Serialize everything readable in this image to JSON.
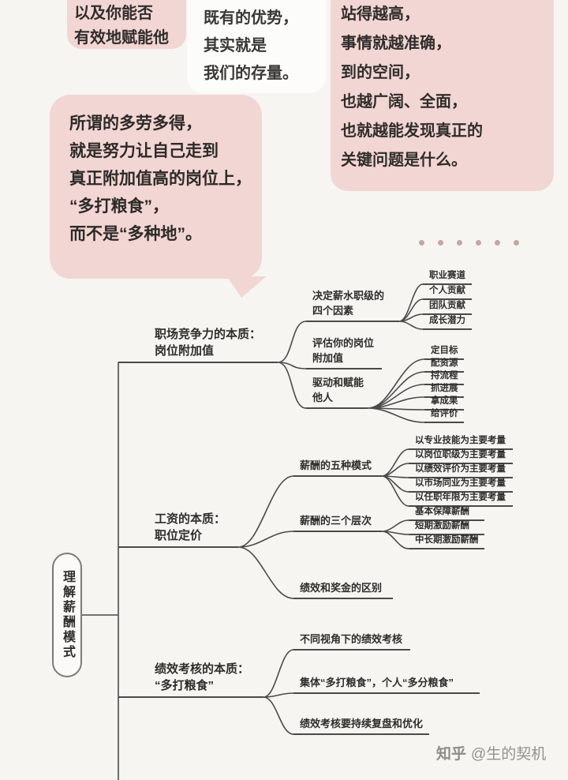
{
  "page": {
    "bg_color": "#f6f5f2",
    "bubble_pink": "#f2d6d3",
    "line_color": "#4a4a48"
  },
  "bubbles": {
    "enable_others": {
      "lines": [
        "以及你能否",
        "有效地赋能他"
      ]
    },
    "existing_advantage": {
      "lines": [
        "既有的优势，",
        "其实就是",
        "我们的存量。"
      ]
    },
    "higher_view": {
      "lines": [
        "站得越高，",
        "事情就越准确，",
        "到的空间，",
        "也越广阔、全面，",
        "也就越能发现真正的",
        "关键问题是什么。"
      ]
    },
    "more_work": {
      "lines": [
        "所谓的多劳多得，",
        "就是努力让自己走到",
        "真正附加值高的岗位上，",
        "“多打粮食”，",
        "而不是“多种地”。"
      ]
    }
  },
  "mindmap": {
    "root": "理解薪酬模式",
    "branches": [
      {
        "label_lines": [
          "职场竞争力的本质：",
          "岗位附加值"
        ],
        "children": [
          {
            "label_lines": [
              "决定薪水职级的",
              "四个因素"
            ],
            "leaves": [
              "职业赛道",
              "个人贡献",
              "团队贡献",
              "成长潜力"
            ]
          },
          {
            "label_lines": [
              "评估你的岗位",
              "附加值"
            ],
            "leaves": []
          },
          {
            "label_lines": [
              "驱动和赋能",
              "他人"
            ],
            "leaves": [
              "定目标",
              "配资源",
              "捋流程",
              "抓进展",
              "拿成果",
              "给评价"
            ]
          }
        ]
      },
      {
        "label_lines": [
          "工资的本质：",
          "职位定价"
        ],
        "children": [
          {
            "label_lines": [
              "薪酬的五种模式"
            ],
            "leaves": [
              "以专业技能为主要考量",
              "以岗位职级为主要考量",
              "以绩效评价为主要考量",
              "以市场同业为主要考量",
              "以任职年限为主要考量"
            ]
          },
          {
            "label_lines": [
              "薪酬的三个层次"
            ],
            "leaves": [
              "基本保障薪酬",
              "短期激励薪酬",
              "中长期激励薪酬"
            ]
          },
          {
            "label_lines": [
              "绩效和奖金的区别"
            ],
            "leaves": []
          }
        ]
      },
      {
        "label_lines": [
          "绩效考核的本质：",
          "“多打粮食”"
        ],
        "children": [
          {
            "label_lines": [
              "不同视角下的绩效考核"
            ],
            "leaves": []
          },
          {
            "label_lines": [
              "集体“多打粮食”，个人“多分粮食”"
            ],
            "leaves": []
          },
          {
            "label_lines": [
              "绩效考核要持续复盘和优化"
            ],
            "leaves": []
          }
        ]
      }
    ]
  },
  "watermark": {
    "logo": "知乎",
    "handle": "@生的契机"
  }
}
